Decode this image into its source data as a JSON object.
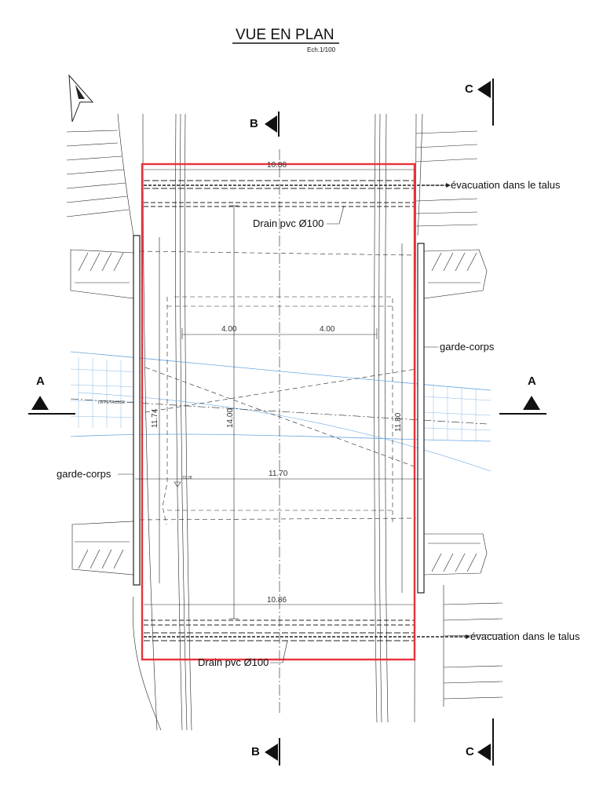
{
  "title": "VUE EN PLAN",
  "scale_note": "Ech.1/100",
  "sections": {
    "b": "B",
    "c": "C",
    "a": "A"
  },
  "labels": {
    "evac_top": "évacuation dans le talus",
    "evac_bottom": "évacuation dans le talus",
    "drain_top": "Drain pvc Ø100",
    "drain_bottom": "Drain pvc Ø100",
    "garde_right": "garde-corps",
    "garde_left": "garde-corps",
    "river": "LA PETRUSSE"
  },
  "dimensions": {
    "top_width": "10.86",
    "bottom_width": "10.86",
    "half_left": "4.00",
    "half_right": "4.00",
    "overall_length": "14.00",
    "left_length": "11.74",
    "right_length": "11.80",
    "overall_width": "11.70",
    "level": "31.28"
  },
  "colors": {
    "outline": "#e8323b",
    "stream": "#6aa8e0",
    "ink": "#222222"
  }
}
